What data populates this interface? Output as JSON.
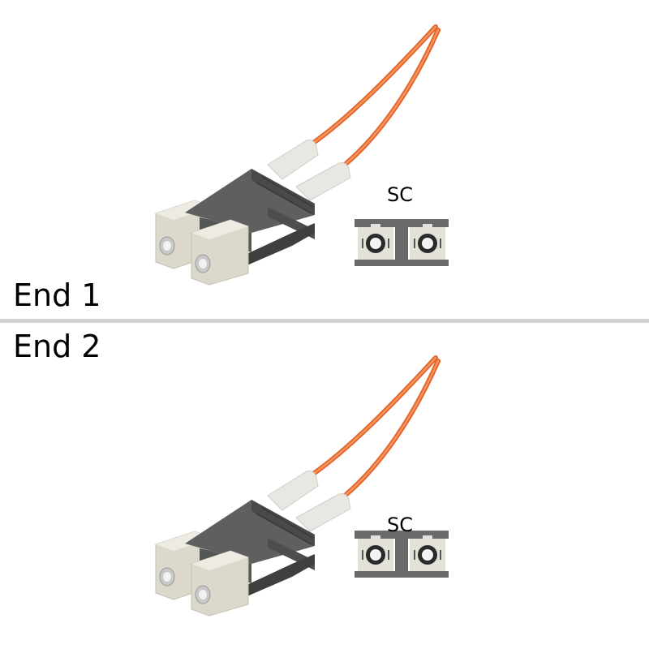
{
  "ends": [
    {
      "label": "End 1",
      "connector_type": "SC",
      "cable_color": "#f07a3a"
    },
    {
      "label": "End 2",
      "connector_type": "SC",
      "cable_color": "#f07a3a"
    }
  ],
  "colors": {
    "cable": "#f07a3a",
    "boot": "#e9e7e1",
    "housing_dark": "#5f5f5f",
    "ferrule_body": "#ddd9cc",
    "divider": "#d3d3d3"
  }
}
